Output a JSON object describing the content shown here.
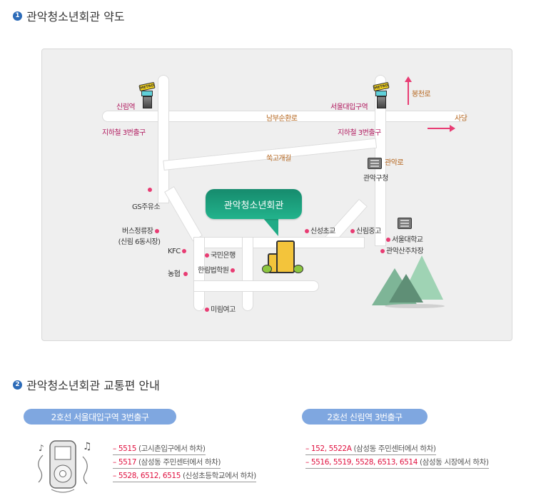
{
  "section1": {
    "number": "1",
    "title": "관악청소년회관 약도"
  },
  "map": {
    "roads": {
      "nambu": "남부순환로",
      "ssukgogae": "쑥고개길",
      "gwanak": "관악로",
      "bongcheon": "봉천로",
      "sadang": "사당"
    },
    "stations": {
      "sillim": "신림역",
      "sillim_exit": "지하철 3번출구",
      "snu": "서울대입구역",
      "snu_exit": "지하철 3번출구",
      "metro_sign": "METRO"
    },
    "destination": "관악청소년회관",
    "pois": {
      "gwanak_office": "관악구청",
      "gs": "GS주유소",
      "bus_stop": "버스정류장",
      "bus_stop_sub": "(신림 6동시장)",
      "kfc": "KFC",
      "nonghyup": "농협",
      "kookmin": "국민은행",
      "hanrim": "한림법학원",
      "mirim": "미림여고",
      "sinseong": "신성초교",
      "sillim_mid": "신림중고",
      "snu_univ": "서울대학교",
      "gwanaksan_parking": "관악산주차장"
    }
  },
  "section2": {
    "number": "2",
    "title": "관악청소년회관 교통편 안내"
  },
  "transit": [
    {
      "station": "2호선 서울대입구역 3번출구",
      "routes": [
        {
          "buses": "5515",
          "note": "(고시촌입구에서 하차)"
        },
        {
          "buses": "5517",
          "note": "(삼성동 주민센터에서 하차)"
        },
        {
          "buses": "5528, 6512, 6515",
          "note": "(신성초등학교에서 하차)"
        }
      ]
    },
    {
      "station": "2호선 신림역 3번출구",
      "routes": [
        {
          "buses": "152, 5522A",
          "note": "(삼성동 주민센터에서 하차)"
        },
        {
          "buses": "5516, 5519, 5528, 6513, 6514",
          "note": "(삼성동 시장에서 하차)"
        }
      ]
    }
  ],
  "colors": {
    "station_label": "#b0195e",
    "road_label": "#b5651d",
    "poi_dot": "#e83c73",
    "bubble": "#1a9b79",
    "pill": "#7fa7e0",
    "bus_number": "#e0103f"
  }
}
